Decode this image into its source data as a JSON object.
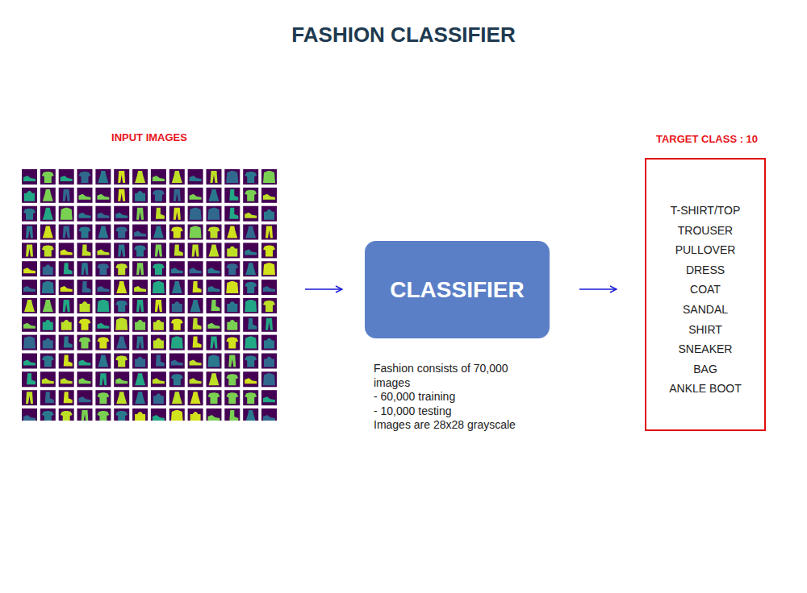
{
  "diagram": {
    "title": "FASHION CLASSIFIER",
    "nodes": [
      {
        "text": [
          "INPUT IMAGES"
        ]
      },
      {
        "text": [
          "CLASSIFIER"
        ]
      },
      {
        "text": [
          "TARGET CLASS : 10",
          "T-SHIRT/TOP",
          "TROUSER",
          "PULLOVER",
          "DRESS",
          "COAT",
          "SANDAL",
          "SHIRT",
          "SNEAKER",
          "BAG",
          "ANKLE BOOT"
        ]
      }
    ],
    "edges": [
      {
        "from": 0,
        "to": 1,
        "arrow": "to"
      },
      {
        "from": 1,
        "to": 2,
        "arrow": "to"
      }
    ],
    "labels": [
      "Fashion consists of 70,000 images",
      "- 60,000 training",
      "- 10,000 testing",
      "Images are 28x28 grayscale"
    ]
  }
}
